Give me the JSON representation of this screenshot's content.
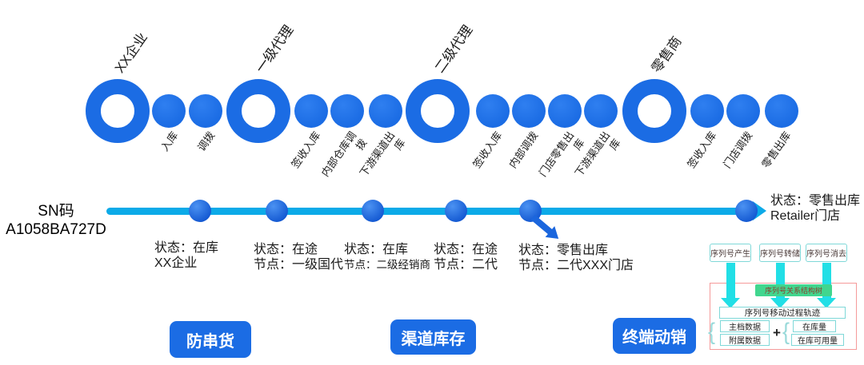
{
  "colors": {
    "primary_blue": "#1b6ce4",
    "timeline_cyan": "#0caae8",
    "mini_arrow_aqua": "#21dfe6",
    "mini_green": "#41d68e",
    "mini_red_border": "#f59a9a"
  },
  "chain": {
    "groups": [
      {
        "label": "XX企业",
        "steps": [
          "入库",
          "调拨"
        ]
      },
      {
        "label": "一级代理",
        "steps": [
          "签收入库",
          "内部仓库调\n拨",
          "下游渠道出\n库"
        ]
      },
      {
        "label": "二级代理",
        "steps": [
          "签收入库",
          "内部调拨",
          "门店零售出\n库",
          "下游渠道出\n库"
        ]
      },
      {
        "label": "零售商",
        "steps": [
          "签收入库",
          "门店调拨",
          "零售出库"
        ]
      }
    ]
  },
  "timeline": {
    "sn_label": "SN码\nA1058BA727D",
    "points": [
      {
        "line1": "状态：在库",
        "line2": "XX企业"
      },
      {
        "line1": "状态：在途",
        "line2": "节点：一级国代"
      },
      {
        "line1": "状态：在库",
        "line2": "节点：二级经销商"
      },
      {
        "line1": "状态：在途",
        "line2": "节点：二代"
      },
      {
        "line1": "状态：零售出库",
        "line2": "节点：二代XXX门店"
      },
      {
        "line1": "状态：零售出库",
        "line2": "Retailer门店"
      }
    ]
  },
  "tags": [
    "防串货",
    "渠道库存",
    "终端动销"
  ],
  "mini": {
    "top_boxes": [
      "序列号产生",
      "序列号转储",
      "序列号消去"
    ],
    "green_box": "序列号关系结构树",
    "track_box": "序列号移动过程轨迹",
    "left_boxes": [
      "主档数据",
      "附属数据"
    ],
    "right_boxes": [
      "在库量",
      "在库可用量"
    ],
    "plus": "+",
    "brace": "{"
  }
}
